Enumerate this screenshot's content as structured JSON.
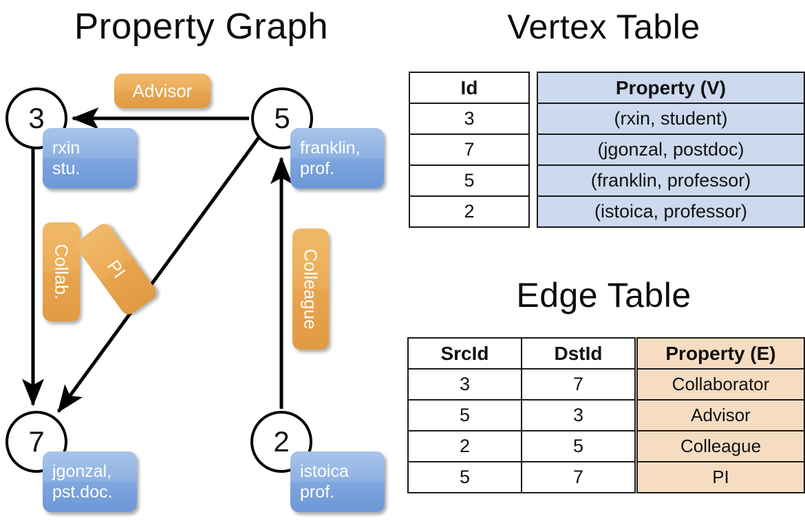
{
  "titles": {
    "property_graph": "Property Graph",
    "vertex_table": "Vertex Table",
    "edge_table": "Edge Table"
  },
  "graph": {
    "nodes": [
      {
        "id": "3",
        "label": "3",
        "property": "rxin\nstu."
      },
      {
        "id": "5",
        "label": "5",
        "property": "franklin,\nprof."
      },
      {
        "id": "7",
        "label": "7",
        "property": "jgonzal,\npst.doc."
      },
      {
        "id": "2",
        "label": "2",
        "property": "istoica\nprof."
      }
    ],
    "edge_labels": [
      {
        "name": "advisor",
        "text": "Advisor"
      },
      {
        "name": "collab",
        "text": "Collab."
      },
      {
        "name": "pi",
        "text": "PI"
      },
      {
        "name": "colleague",
        "text": "Colleague"
      }
    ],
    "edges": [
      {
        "src": "5",
        "dst": "3",
        "label": "Advisor"
      },
      {
        "src": "3",
        "dst": "7",
        "label": "Collab."
      },
      {
        "src": "5",
        "dst": "7",
        "label": "PI"
      },
      {
        "src": "2",
        "dst": "5",
        "label": "Colleague"
      }
    ]
  },
  "vertex_table": {
    "headers": [
      "Id",
      "Property (V)"
    ],
    "rows": [
      {
        "id": "3",
        "property": "(rxin, student)"
      },
      {
        "id": "7",
        "property": "(jgonzal, postdoc)"
      },
      {
        "id": "5",
        "property": "(franklin, professor)"
      },
      {
        "id": "2",
        "property": "(istoica, professor)"
      }
    ]
  },
  "edge_table": {
    "headers": [
      "SrcId",
      "DstId",
      "Property (E)"
    ],
    "rows": [
      {
        "src": "3",
        "dst": "7",
        "property": "Collaborator"
      },
      {
        "src": "5",
        "dst": "3",
        "property": "Advisor"
      },
      {
        "src": "2",
        "dst": "5",
        "property": "Colleague"
      },
      {
        "src": "5",
        "dst": "7",
        "property": "PI"
      }
    ]
  },
  "colors": {
    "vertex_property_fill": "#8fb2e3",
    "edge_property_fill": "#ecac58",
    "vertex_table_fill": "#ccd9ee",
    "edge_table_fill": "#f6ddc2",
    "stroke": "#000000",
    "background": "#ffffff"
  }
}
